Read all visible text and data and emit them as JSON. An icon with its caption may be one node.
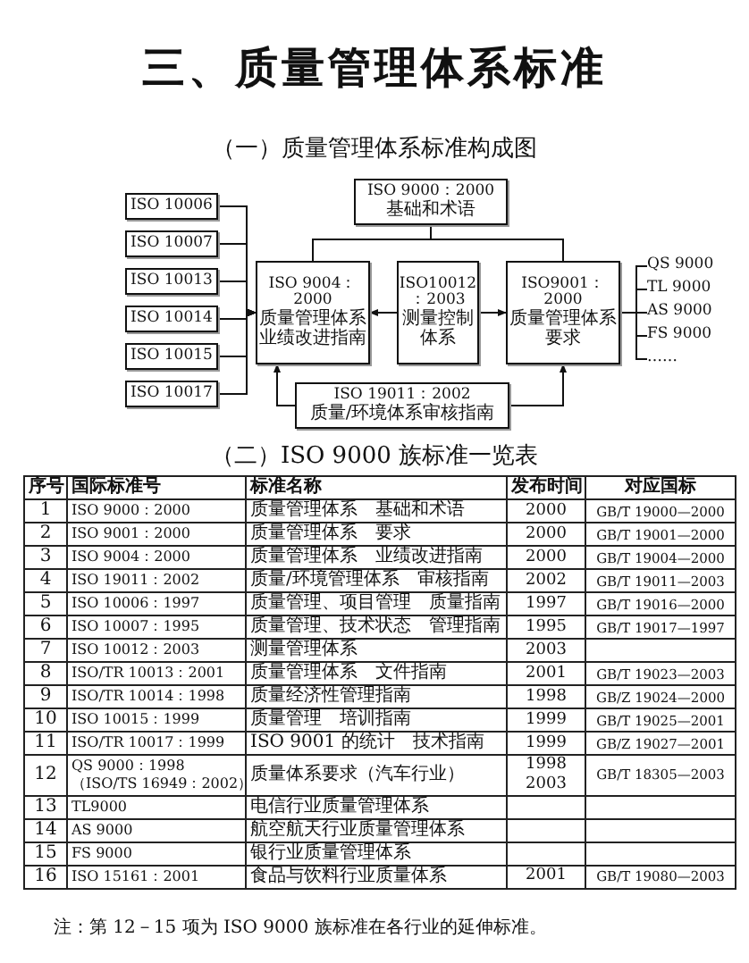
{
  "diagram": {
    "title": "三、质量管理体系标准",
    "nodes": [
      {
        "text": [
          "ISO 10006"
        ]
      },
      {
        "text": [
          "ISO 10007"
        ]
      },
      {
        "text": [
          "ISO 10013"
        ]
      },
      {
        "text": [
          "ISO 10014"
        ]
      },
      {
        "text": [
          "ISO 10015"
        ]
      },
      {
        "text": [
          "ISO 10017"
        ]
      },
      {
        "text": [
          "ISO 9000：2000",
          "基础和术语"
        ]
      },
      {
        "text": [
          "ISO 9004：2000",
          "质量管理体系业绩改进指南"
        ]
      },
      {
        "text": [
          "ISO10012：2003",
          "测量控制体系"
        ]
      },
      {
        "text": [
          "ISO9001：2000",
          "质量管理体系要求"
        ]
      },
      {
        "text": [
          "ISO 19011：2002",
          "质量/环境体系审核指南"
        ]
      },
      {
        "text": [
          "QS 9000"
        ]
      },
      {
        "text": [
          "TL 9000"
        ]
      },
      {
        "text": [
          "AS 9000"
        ]
      },
      {
        "text": [
          "FS 9000"
        ]
      },
      {
        "text": [
          "……"
        ]
      }
    ],
    "edges": [
      {
        "from": 0,
        "to": 7,
        "arrow": "to"
      },
      {
        "from": 1,
        "to": 7,
        "arrow": "to"
      },
      {
        "from": 2,
        "to": 7,
        "arrow": "to"
      },
      {
        "from": 3,
        "to": 7,
        "arrow": "to"
      },
      {
        "from": 4,
        "to": 7,
        "arrow": "to"
      },
      {
        "from": 5,
        "to": 7,
        "arrow": "to"
      },
      {
        "from": 6,
        "to": 7,
        "arrow": "none"
      },
      {
        "from": 6,
        "to": 9,
        "arrow": "none"
      },
      {
        "from": 8,
        "to": 7,
        "arrow": "to"
      },
      {
        "from": 8,
        "to": 9,
        "arrow": "to"
      },
      {
        "from": 10,
        "to": 7,
        "arrow": "to"
      },
      {
        "from": 10,
        "to": 9,
        "arrow": "to"
      },
      {
        "from": 9,
        "to": 11,
        "arrow": "none"
      },
      {
        "from": 9,
        "to": 12,
        "arrow": "none"
      },
      {
        "from": 9,
        "to": 13,
        "arrow": "none"
      },
      {
        "from": 9,
        "to": 14,
        "arrow": "none"
      },
      {
        "from": 9,
        "to": 15,
        "arrow": "none"
      }
    ],
    "labels": [
      "（一）质量管理体系标准构成图",
      "（二）ISO 9000 族标准一览表",
      "序号",
      "国际标准号",
      "标准名称",
      "发布时间",
      "对应国标",
      "1",
      "ISO 9000：2000",
      "质量管理体系　基础和术语",
      "2000",
      "GB/T 19000—2000",
      "2",
      "ISO 9001：2000",
      "质量管理体系　要求",
      "2000",
      "GB/T 19001—2000",
      "3",
      "ISO 9004：2000",
      "质量管理体系　业绩改进指南",
      "2000",
      "GB/T 19004—2000",
      "4",
      "ISO 19011：2002",
      "质量/环境管理体系　审核指南",
      "2002",
      "GB/T 19011—2003",
      "5",
      "ISO 10006：1997",
      "质量管理、项目管理　质量指南",
      "1997",
      "GB/T 19016—2000",
      "6",
      "ISO 10007：1995",
      "质量管理、技术状态　管理指南",
      "1995",
      "GB/T 19017—1997",
      "7",
      "ISO 10012：2003",
      "测量管理体系",
      "2003",
      "8",
      "ISO/TR 10013：2001",
      "质量管理体系　文件指南",
      "2001",
      "GB/T 19023—2003",
      "9",
      "ISO/TR 10014：1998",
      "质量经济性管理指南",
      "1998",
      "GB/Z 19024—2000",
      "10",
      "ISO 10015：1999",
      "质量管理　培训指南",
      "1999",
      "GB/T 19025—2001",
      "11",
      "ISO/TR 10017：1999",
      "ISO 9001 的统计　技术指南",
      "1999",
      "GB/Z 19027—2001",
      "12",
      "QS 9000：1998",
      "（ISO/TS 16949：2002）",
      "质量体系要求（汽车行业）",
      "1998",
      "2003",
      "GB/T 18305—2003",
      "13",
      "TL9000",
      "电信行业质量管理体系",
      "14",
      "AS 9000",
      "航空航天行业质量管理体系",
      "15",
      "FS 9000",
      "银行业质量管理体系",
      "16",
      "ISO 15161：2001",
      "食品与饮料行业质量体系",
      "2001",
      "GB/T 19080—2003",
      "注：第 12－15 项为 ISO 9000 族标准在各行业的延伸标准。"
    ]
  }
}
